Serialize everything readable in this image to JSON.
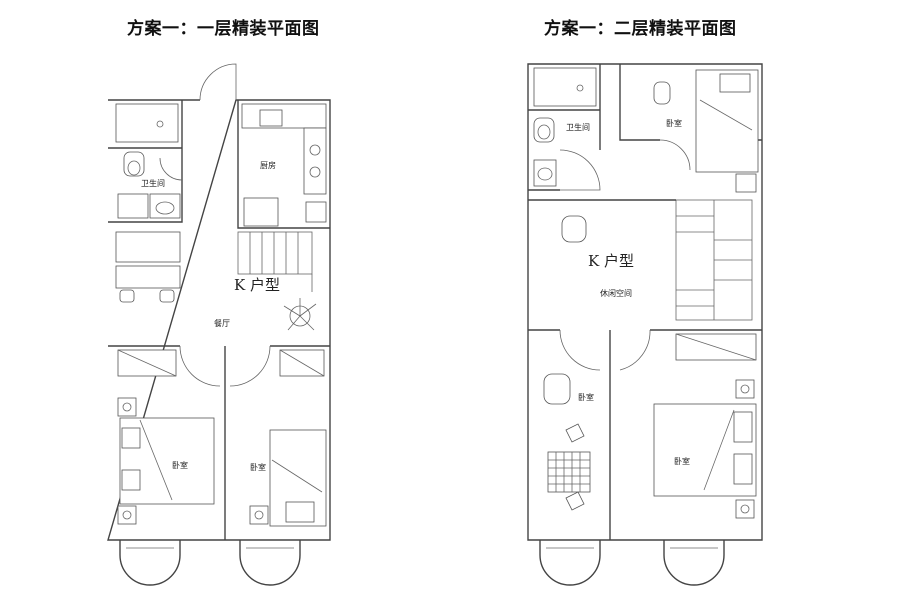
{
  "titles": {
    "floor1": "方案一：一层精装平面图",
    "floor2": "方案一：二层精装平面图"
  },
  "floor1": {
    "unit_label": "K 户型",
    "rooms": {
      "bathroom": "卫生间",
      "kitchen": "厨房",
      "dining": "餐厅",
      "bedroom_left": "卧室",
      "bedroom_right": "卧室"
    }
  },
  "floor2": {
    "unit_label": "K 户型",
    "rooms": {
      "bathroom": "卫生间",
      "bedroom_top": "卧室",
      "leisure": "休闲空间",
      "bedroom_left": "卧室",
      "bedroom_right": "卧室"
    }
  }
}
